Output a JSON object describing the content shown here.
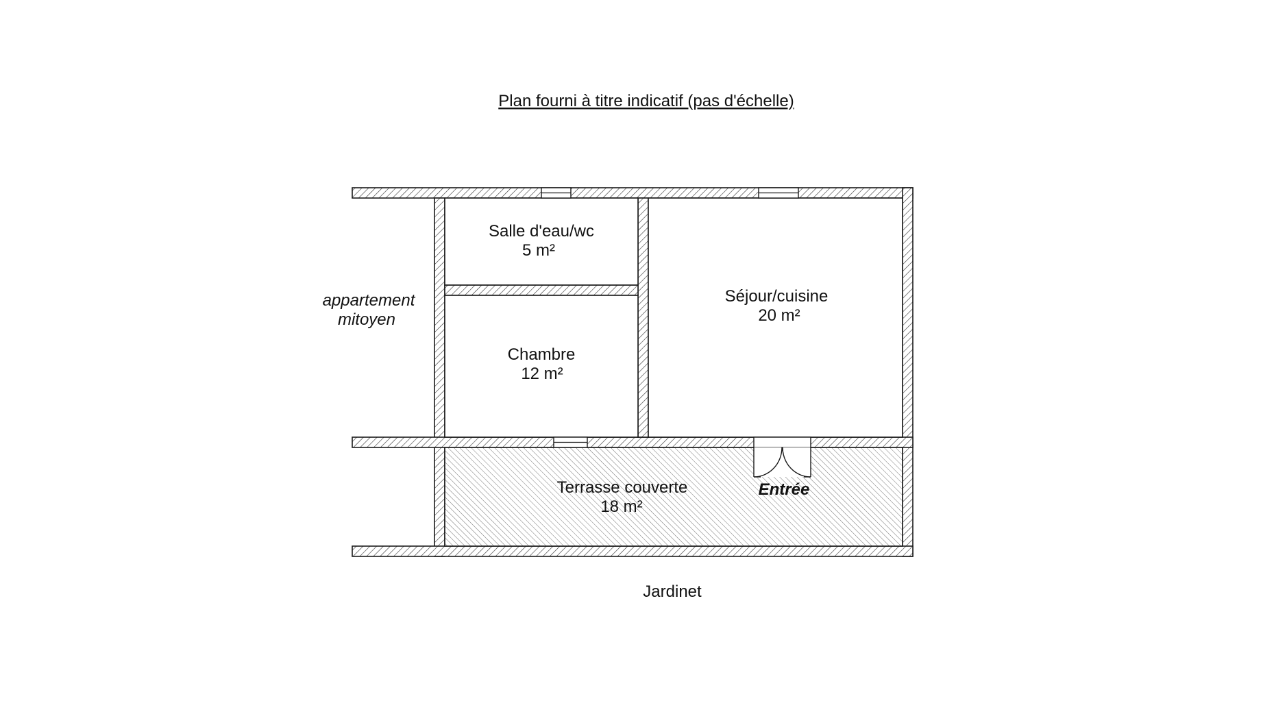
{
  "title": "Plan fourni à titre indicatif (pas d'échelle)",
  "rooms": {
    "salle_eau": {
      "name": "Salle d'eau/wc",
      "area": "5 m²"
    },
    "chambre": {
      "name": "Chambre",
      "area": "12 m²"
    },
    "sejour": {
      "name": "Séjour/cuisine",
      "area": "20 m²"
    },
    "terrasse": {
      "name": "Terrasse couverte",
      "area": "18 m²"
    }
  },
  "labels": {
    "neighbor_line1": "appartement",
    "neighbor_line2": "mitoyen",
    "entrance": "Entrée",
    "garden": "Jardinet"
  },
  "colors": {
    "line": "#1a1a1a",
    "background": "#ffffff"
  }
}
